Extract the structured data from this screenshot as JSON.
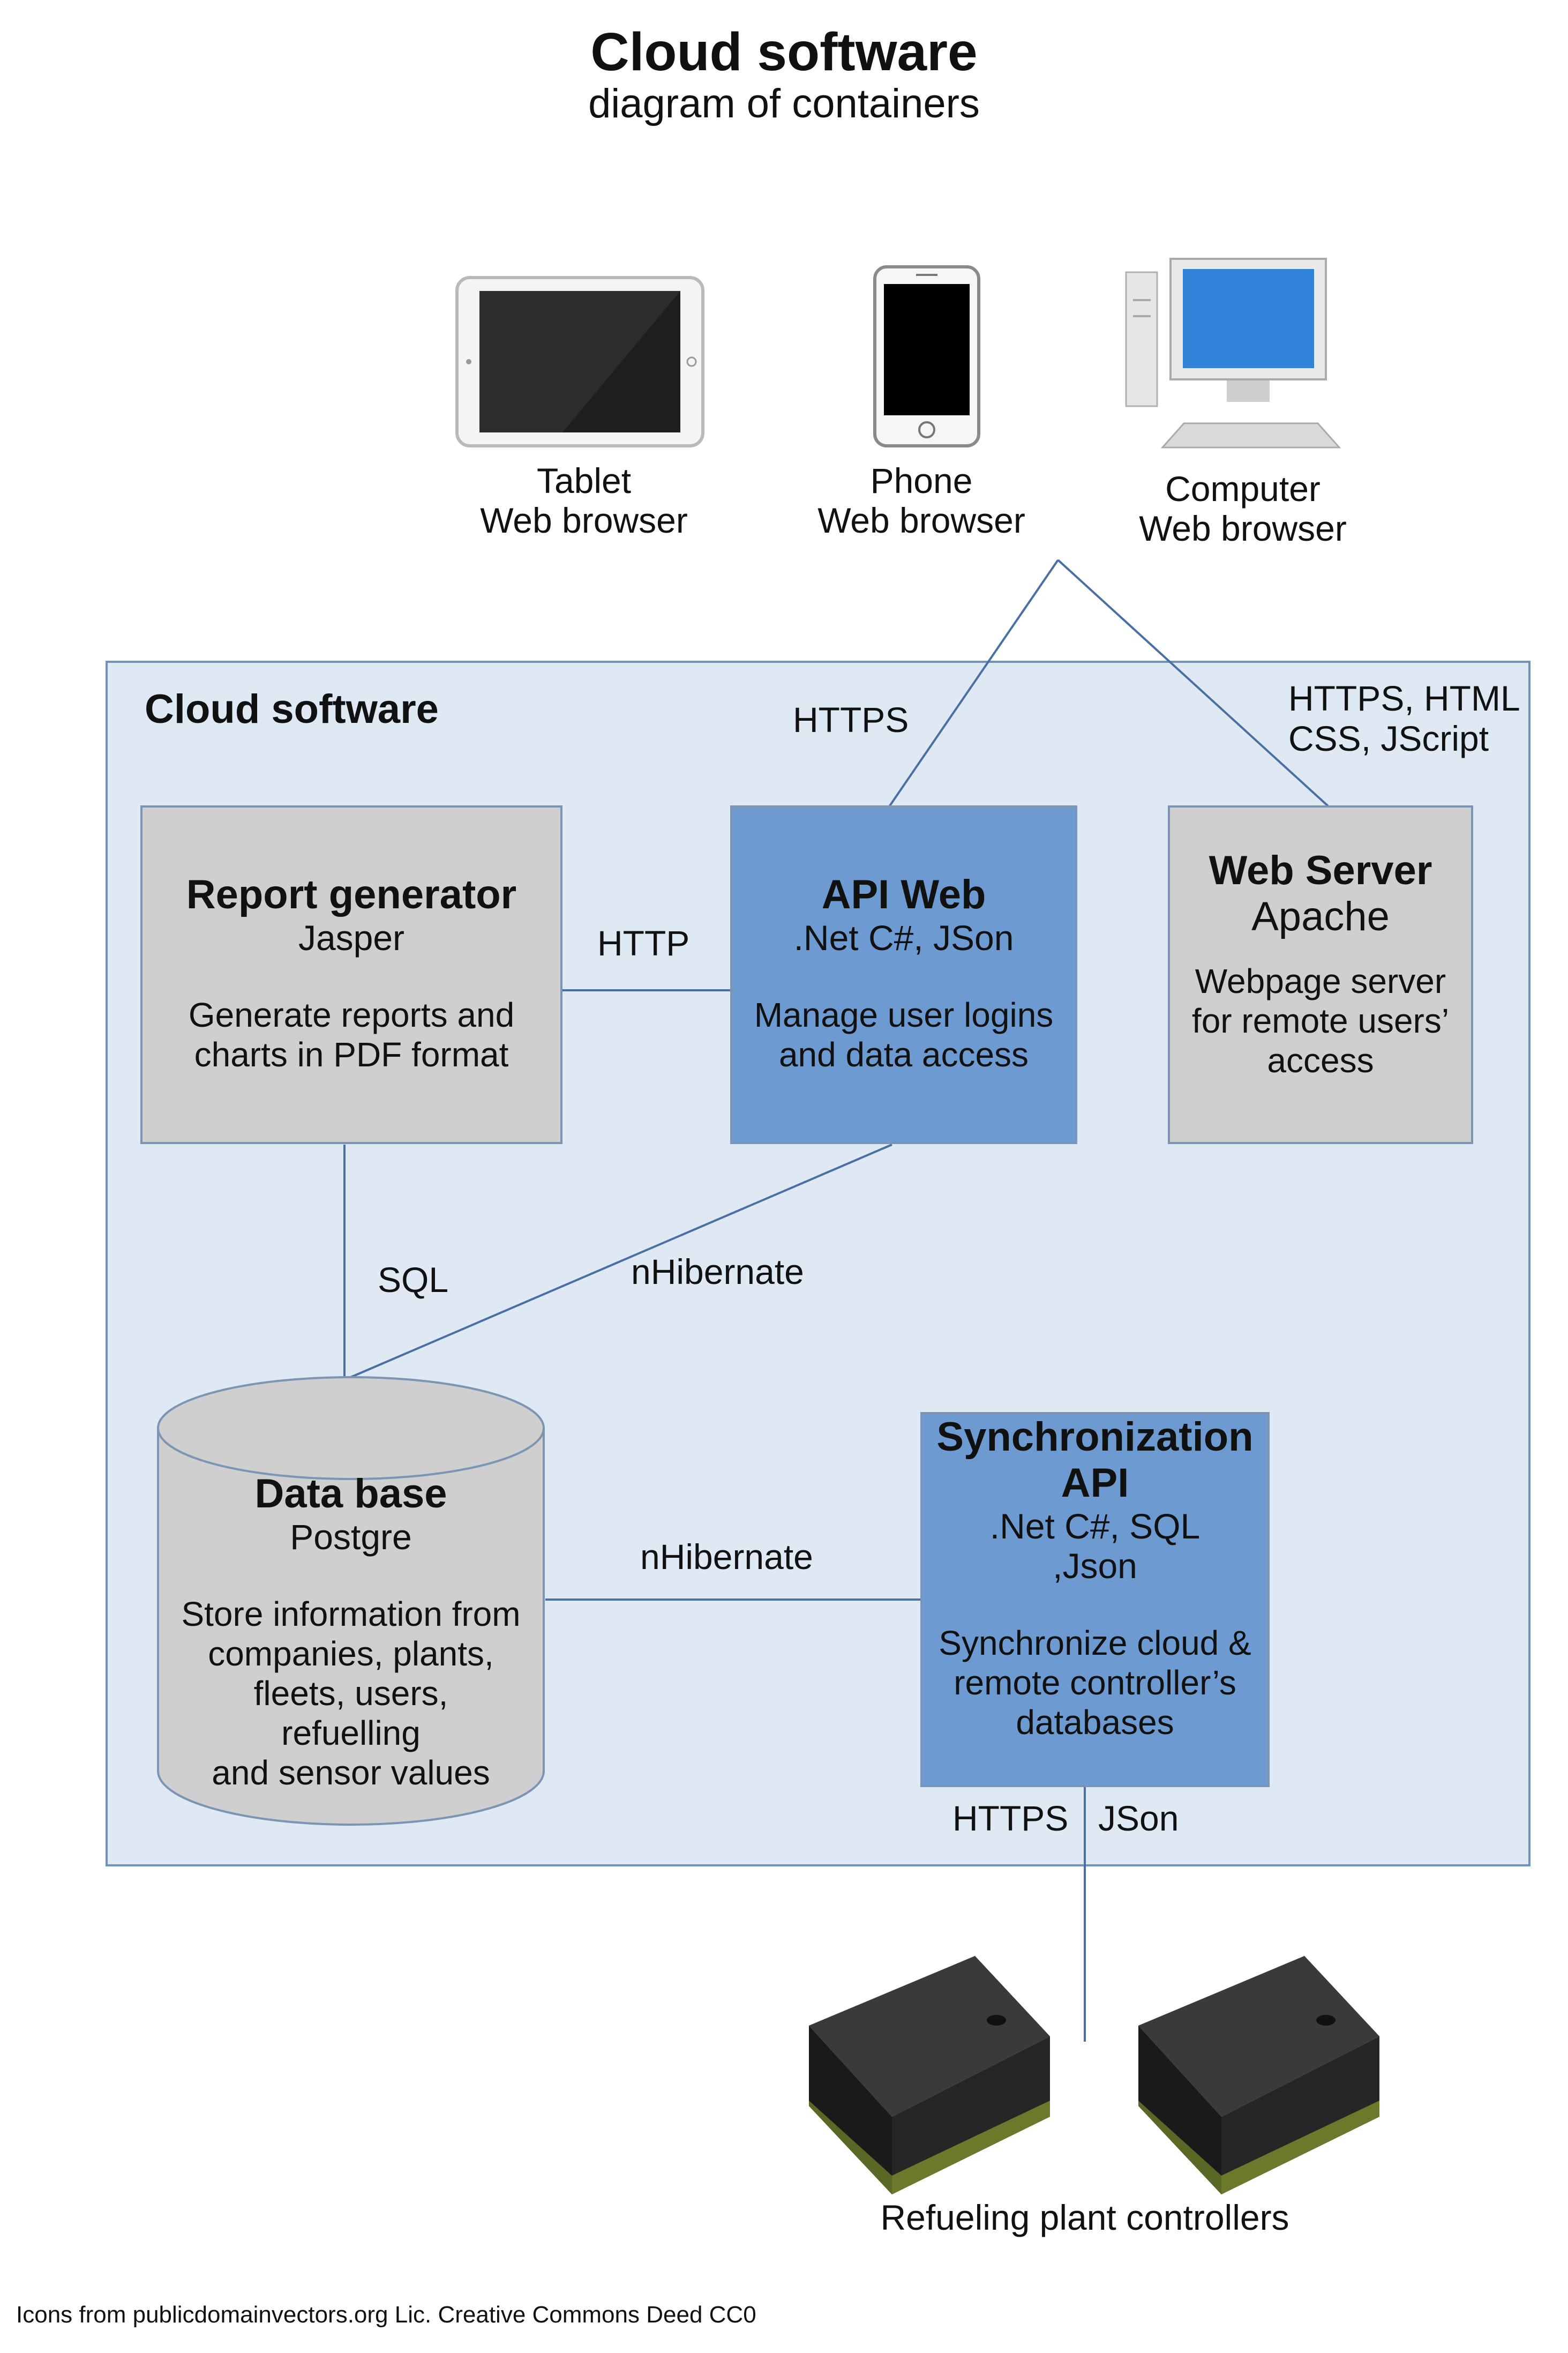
{
  "header": {
    "title": "Cloud software",
    "subtitle": "diagram of containers"
  },
  "clients": [
    {
      "line1": "Tablet",
      "line2": "Web browser",
      "icon": "tablet-icon"
    },
    {
      "line1": "Phone",
      "line2": "Web browser",
      "icon": "phone-icon"
    },
    {
      "line1": "Computer",
      "line2": "Web browser",
      "icon": "computer-icon"
    }
  ],
  "boundary": {
    "label": "Cloud software"
  },
  "containers": {
    "report": {
      "name": "Report generator",
      "tech": "Jasper",
      "desc1": "Generate reports and",
      "desc2": "charts in PDF format"
    },
    "api_web": {
      "name": "API Web",
      "tech": ".Net C#, JSon",
      "desc1": "Manage user logins",
      "desc2": "and data access"
    },
    "web_server": {
      "name": "Web Server",
      "tech": "Apache",
      "desc1": "Webpage server",
      "desc2": "for remote users’",
      "desc3": "access"
    },
    "database": {
      "name": "Data base",
      "tech": "Postgre",
      "desc1": "Store information from",
      "desc2": "companies, plants,",
      "desc3": "fleets, users,",
      "desc4": "refuelling",
      "desc5": "and sensor values"
    },
    "sync": {
      "name1": "Synchronization",
      "name2": "API",
      "tech1": ".Net C#, SQL",
      "tech2": ",Json",
      "desc1": "Synchronize cloud &",
      "desc2": "remote controller’s",
      "desc3": "databases"
    }
  },
  "connections": {
    "https": "HTTPS",
    "https_html_1": "HTTPS, HTML",
    "https_html_2": "CSS, JScript",
    "http": "HTTP",
    "sql": "SQL",
    "nhibernate_api": "nHibernate",
    "nhibernate_sync": "nHibernate",
    "sync_https": "HTTPS",
    "sync_json": "JSon"
  },
  "controllers": {
    "label": "Refueling plant controllers",
    "icon": "server-box-icon"
  },
  "footer": {
    "credit": "Icons from publicdomainvectors.org Lic. Creative Commons Deed CC0"
  },
  "colors": {
    "frame_fill": "#dfe9f4",
    "frame_border": "#6f93bd",
    "blue_box": "#6d9bd1",
    "grey_box": "#cfcfcf",
    "line": "#4a6fa5"
  }
}
